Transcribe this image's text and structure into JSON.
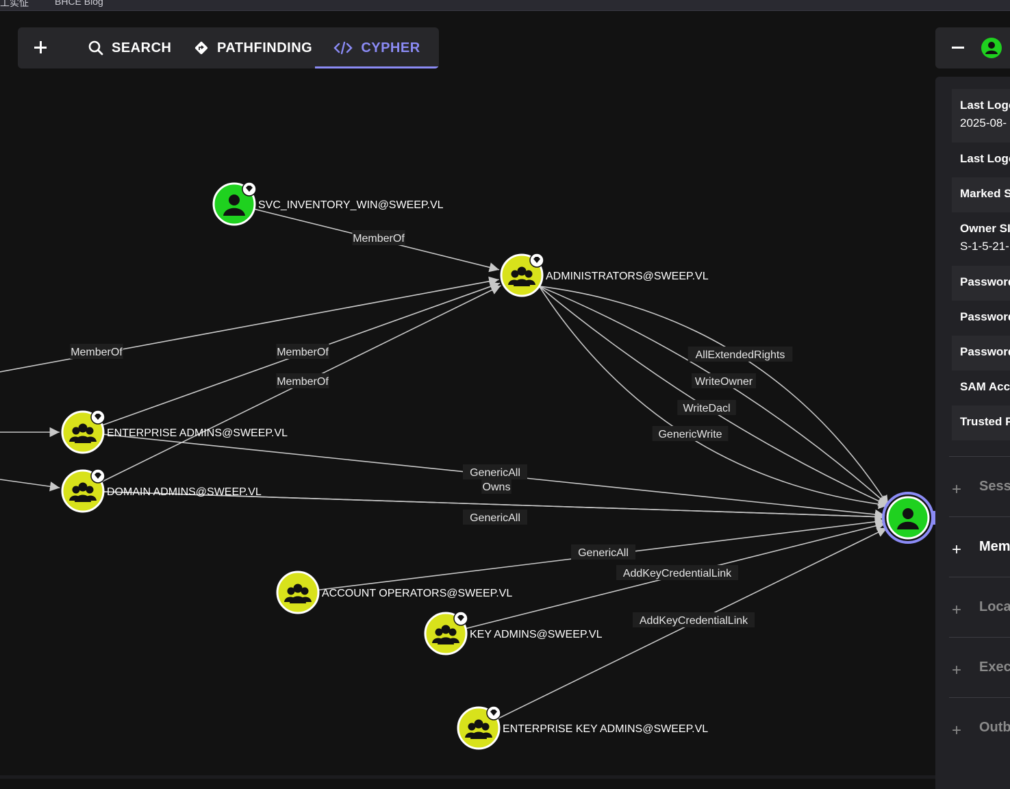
{
  "browser": {
    "tab_fragments": [
      "工实怔",
      "BHCE Blog"
    ]
  },
  "toolbar": {
    "add_label": "+",
    "tabs": [
      {
        "label": "SEARCH",
        "icon": "search-icon"
      },
      {
        "label": "PATHFINDING",
        "icon": "pathfinding-icon"
      },
      {
        "label": "CYPHER",
        "icon": "code-icon",
        "active": true
      }
    ]
  },
  "colors": {
    "accent": "#8b8bf5",
    "user_node": "#1fd11f",
    "group_node": "#d8e21b",
    "edge": "#c8c8c8",
    "background": "#121212"
  },
  "graph": {
    "nodes": [
      {
        "id": "svc",
        "label": "SVC_INVENTORY_WIN@SWEEP.VL",
        "kind": "user",
        "tier_zero": true
      },
      {
        "id": "admins",
        "label": "ADMINISTRATORS@SWEEP.VL",
        "kind": "group",
        "tier_zero": true
      },
      {
        "id": "ea",
        "label": "ENTERPRISE ADMINS@SWEEP.VL",
        "kind": "group",
        "tier_zero": true
      },
      {
        "id": "da",
        "label": "DOMAIN ADMINS@SWEEP.VL",
        "kind": "group",
        "tier_zero": true
      },
      {
        "id": "ao",
        "label": "ACCOUNT OPERATORS@SWEEP.VL",
        "kind": "group",
        "tier_zero": false
      },
      {
        "id": "ka",
        "label": "KEY ADMINS@SWEEP.VL",
        "kind": "group",
        "tier_zero": true
      },
      {
        "id": "eka",
        "label": "ENTERPRISE KEY ADMINS@SWEEP.VL",
        "kind": "group",
        "tier_zero": true
      },
      {
        "id": "target",
        "label": "",
        "kind": "user",
        "tier_zero": false,
        "selected": true
      }
    ],
    "edges": [
      {
        "from": "svc",
        "to": "admins",
        "label": "MemberOf"
      },
      {
        "from": "offscreen1",
        "to": "admins",
        "label": "MemberOf"
      },
      {
        "from": "ea",
        "to": "admins",
        "label": "MemberOf"
      },
      {
        "from": "da",
        "to": "admins",
        "label": "MemberOf"
      },
      {
        "from": "offscreen2",
        "to": "ea",
        "label": ""
      },
      {
        "from": "offscreen3",
        "to": "da",
        "label": ""
      },
      {
        "from": "admins",
        "to": "target",
        "label": "AllExtendedRights"
      },
      {
        "from": "admins",
        "to": "target",
        "label": "WriteOwner"
      },
      {
        "from": "admins",
        "to": "target",
        "label": "WriteDacl"
      },
      {
        "from": "admins",
        "to": "target",
        "label": "GenericWrite"
      },
      {
        "from": "ea",
        "to": "target",
        "label": "GenericAll"
      },
      {
        "from": "da",
        "to": "target",
        "label": "Owns"
      },
      {
        "from": "da",
        "to": "target",
        "label": "GenericAll"
      },
      {
        "from": "ao",
        "to": "target",
        "label": "GenericAll"
      },
      {
        "from": "ka",
        "to": "target",
        "label": "AddKeyCredentialLink"
      },
      {
        "from": "eka",
        "to": "target",
        "label": "AddKeyCredentialLink"
      }
    ]
  },
  "side_panel": {
    "properties": [
      {
        "key": "Last Logon",
        "value": "2025-08-"
      },
      {
        "key": "Last Logon"
      },
      {
        "key": "Marked Sensitive"
      },
      {
        "key": "Owner SID",
        "value": "S-1-5-21-"
      },
      {
        "key": "Password"
      },
      {
        "key": "Password"
      },
      {
        "key": "Password"
      },
      {
        "key": "SAM Account"
      },
      {
        "key": "Trusted For"
      }
    ],
    "sections": [
      {
        "label": "Sessions",
        "enabled": false
      },
      {
        "label": "Member Of",
        "enabled": true
      },
      {
        "label": "Local Admin",
        "enabled": false
      },
      {
        "label": "Execution",
        "enabled": false
      },
      {
        "label": "Outbound",
        "enabled": false
      }
    ]
  }
}
